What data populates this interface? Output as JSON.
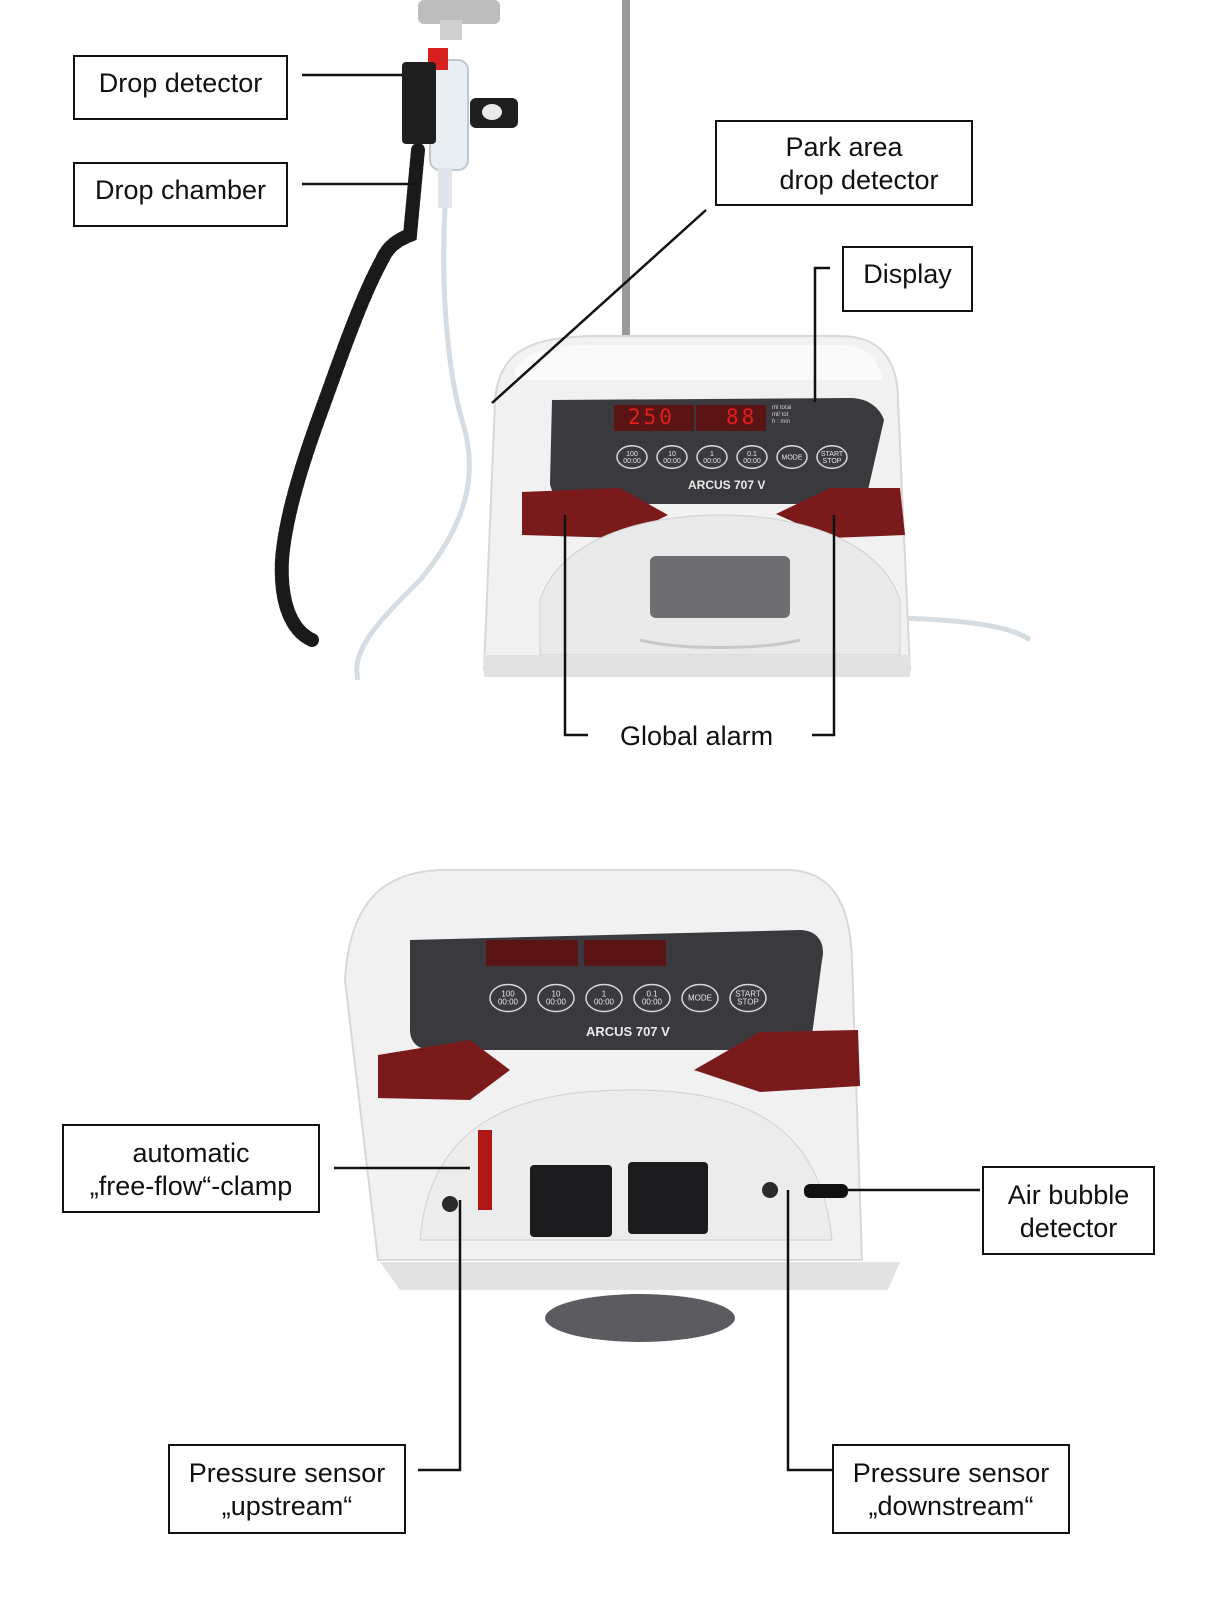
{
  "callouts": {
    "drop_detector": "Drop detector",
    "drop_chamber": "Drop chamber",
    "park_area": [
      "Park area",
      "drop detector"
    ],
    "display": "Display",
    "global_alarm": "Global alarm",
    "free_flow_clamp": [
      "automatic",
      "„free-flow“-clamp"
    ],
    "air_bubble": [
      "Air bubble",
      "detector"
    ],
    "pressure_upstream": [
      "Pressure sensor",
      "„upstream“"
    ],
    "pressure_downstream": [
      "Pressure sensor",
      "„downstream“"
    ]
  },
  "device": {
    "brand": "ARCUS 707 V",
    "display_value_1": "250",
    "display_value_2": "88",
    "display_units": [
      "ml total",
      "ml/ tot",
      "h : min"
    ],
    "keys": [
      "100\n00:00",
      "10\n00:00",
      "1\n00:00",
      "0.1\n00:00",
      "MODE",
      "START\nSTOP"
    ]
  },
  "colors": {
    "alarm_red": "#7a1a1a",
    "panel_dark": "#3a3a3e",
    "led_red": "#e0201a",
    "body_white": "#f1f1f1"
  }
}
